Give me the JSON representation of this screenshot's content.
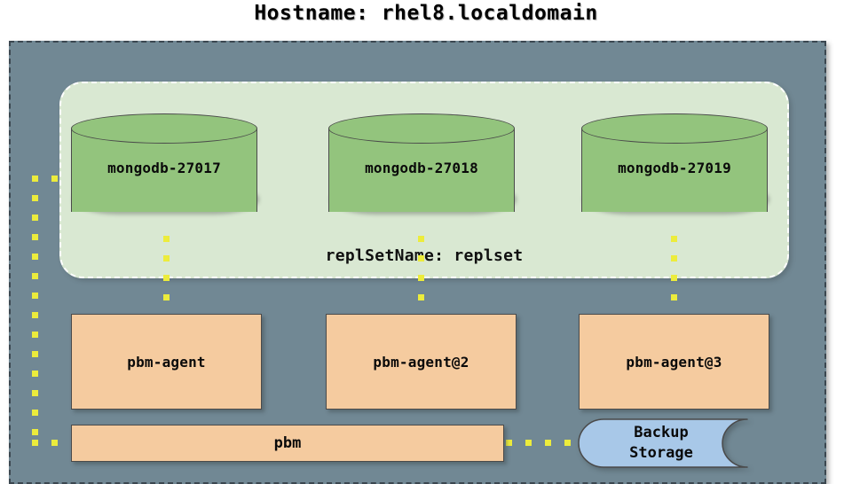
{
  "title": "Hostname: rhel8.localdomain",
  "host_panel": {
    "name": "rhel8.localdomain",
    "background_color": "#718894",
    "border_color": "#3b4750"
  },
  "replset": {
    "label": "replSetName: replset",
    "background_color": "#d9e8d2",
    "border_color": "#ffffff",
    "nodes": [
      {
        "label": "mongodb-27017",
        "port": "27017",
        "color": "#93c47d"
      },
      {
        "label": "mongodb-27018",
        "port": "27018",
        "color": "#93c47d"
      },
      {
        "label": "mongodb-27019",
        "port": "27019",
        "color": "#93c47d"
      }
    ]
  },
  "agents": [
    {
      "label": "pbm-agent",
      "color": "#f5cb9f"
    },
    {
      "label": "pbm-agent@2",
      "color": "#f5cb9f"
    },
    {
      "label": "pbm-agent@3",
      "color": "#f5cb9f"
    }
  ],
  "pbm": {
    "label": "pbm",
    "color": "#f5cb9f"
  },
  "backup_storage": {
    "label": "Backup\nStorage",
    "color": "#a8c8e8",
    "border_color": "#4a4a4a"
  },
  "connectors": {
    "color": "#ecec3c",
    "style": "dotted",
    "links": [
      {
        "from": "mongodb-27017",
        "to": "pbm-agent"
      },
      {
        "from": "mongodb-27018",
        "to": "pbm-agent@2"
      },
      {
        "from": "mongodb-27019",
        "to": "pbm-agent@3"
      },
      {
        "from": "mongodb-27017",
        "to": "pbm"
      },
      {
        "from": "pbm",
        "to": "Backup Storage"
      }
    ]
  }
}
